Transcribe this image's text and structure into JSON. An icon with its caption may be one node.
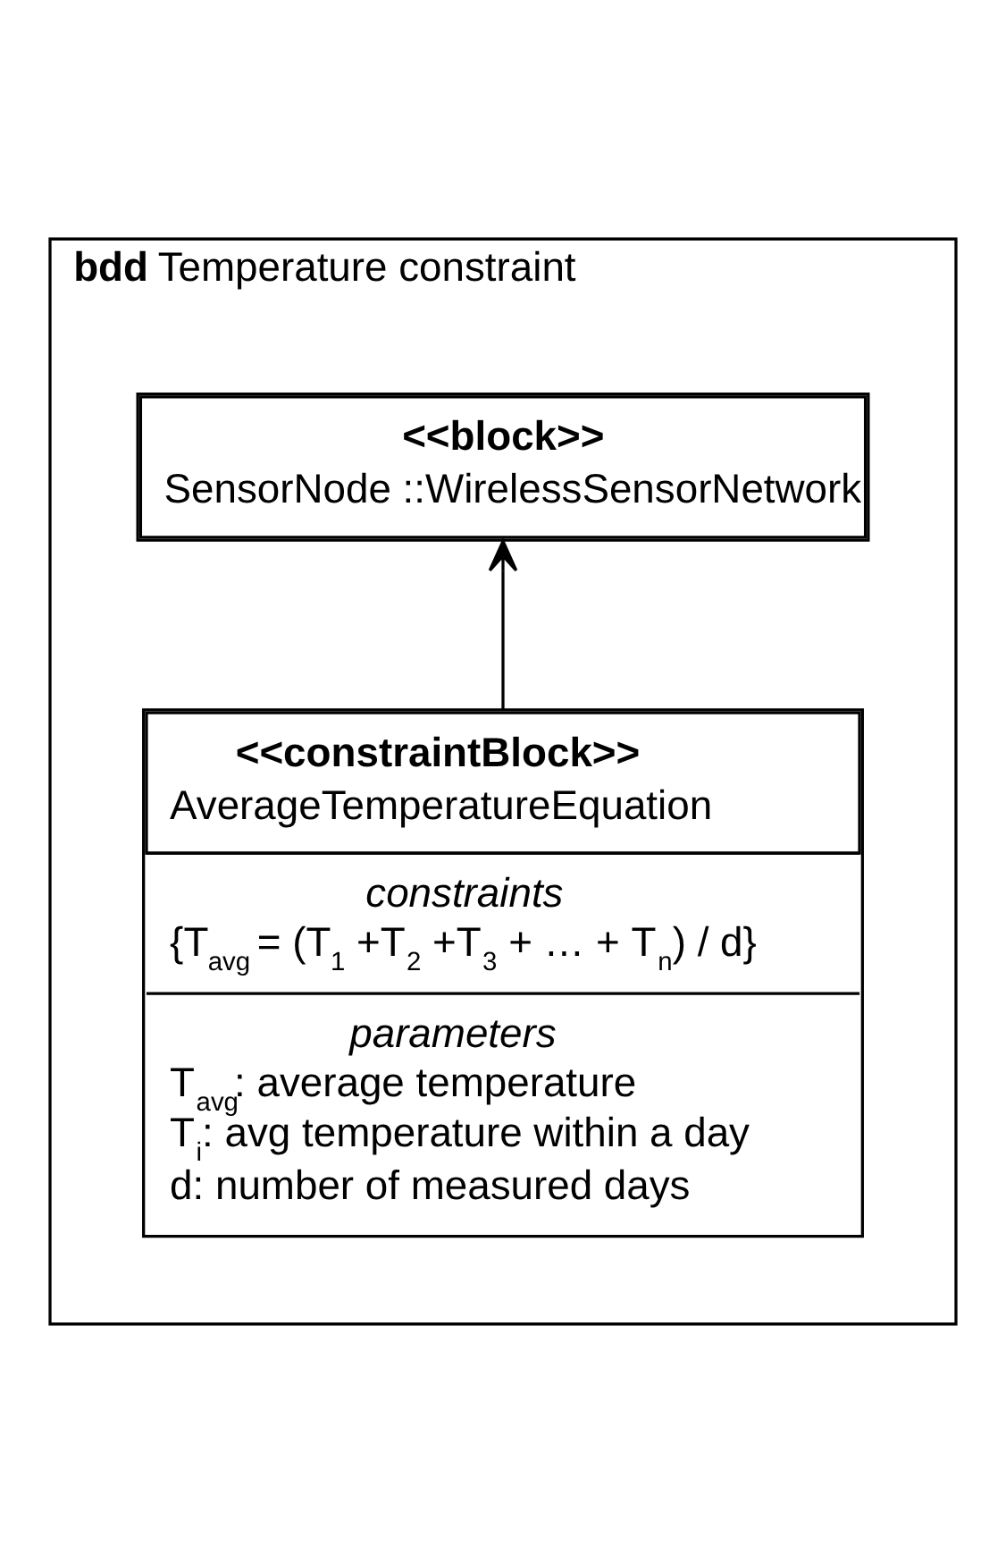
{
  "diagram": {
    "nodes": [
      {
        "text": [
          "**bdd** Temperature constraint"
        ]
      },
      {
        "text": [
          "<<block>>",
          "SensorNode ::WirelessSensorNetwork"
        ],
        "in": 0
      },
      {
        "text": [
          "<<constraintBlock>>",
          "AverageTemperatureEquation",
          "constraints",
          "{T$_{avg}$ = (T$_{1}$ +T$_{2}$ +T$_{3}$ + … + T$_{n}$) / d}",
          "parameters",
          "T$_{avg}$: average temperature",
          "T$_{i}$: avg temperature within a day",
          "d: number of measured days"
        ],
        "in": 0
      }
    ],
    "edges": [
      {
        "from": 2,
        "to": 1,
        "arrow": "to"
      }
    ]
  }
}
